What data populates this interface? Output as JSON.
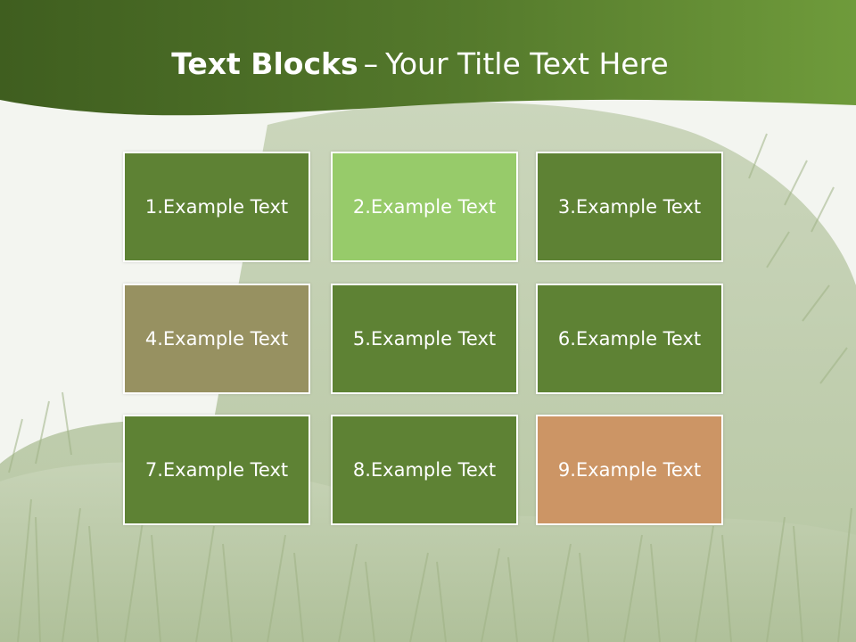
{
  "slide": {
    "title_bold": "Text Blocks",
    "title_sep": "–",
    "title_rest": "Your Title Text Here"
  },
  "colors": {
    "header_green_dark": "#4a6a25",
    "header_green_light": "#6b9a3a",
    "block_dark_green": "#5e8234",
    "block_light_green": "#97cb6a",
    "block_olive": "#979161",
    "block_tan": "#cc9565"
  },
  "blocks": [
    {
      "label": "1.Example Text",
      "color": "#5e8234"
    },
    {
      "label": "2.Example Text",
      "color": "#97cb6a"
    },
    {
      "label": "3.Example Text",
      "color": "#5e8234"
    },
    {
      "label": "4.Example Text",
      "color": "#979161"
    },
    {
      "label": "5.Example Text",
      "color": "#5e8234"
    },
    {
      "label": "6.Example Text",
      "color": "#5e8234"
    },
    {
      "label": "7.Example Text",
      "color": "#5e8234"
    },
    {
      "label": "8.Example Text",
      "color": "#5e8234"
    },
    {
      "label": "9.Example Text",
      "color": "#cc9565"
    }
  ]
}
